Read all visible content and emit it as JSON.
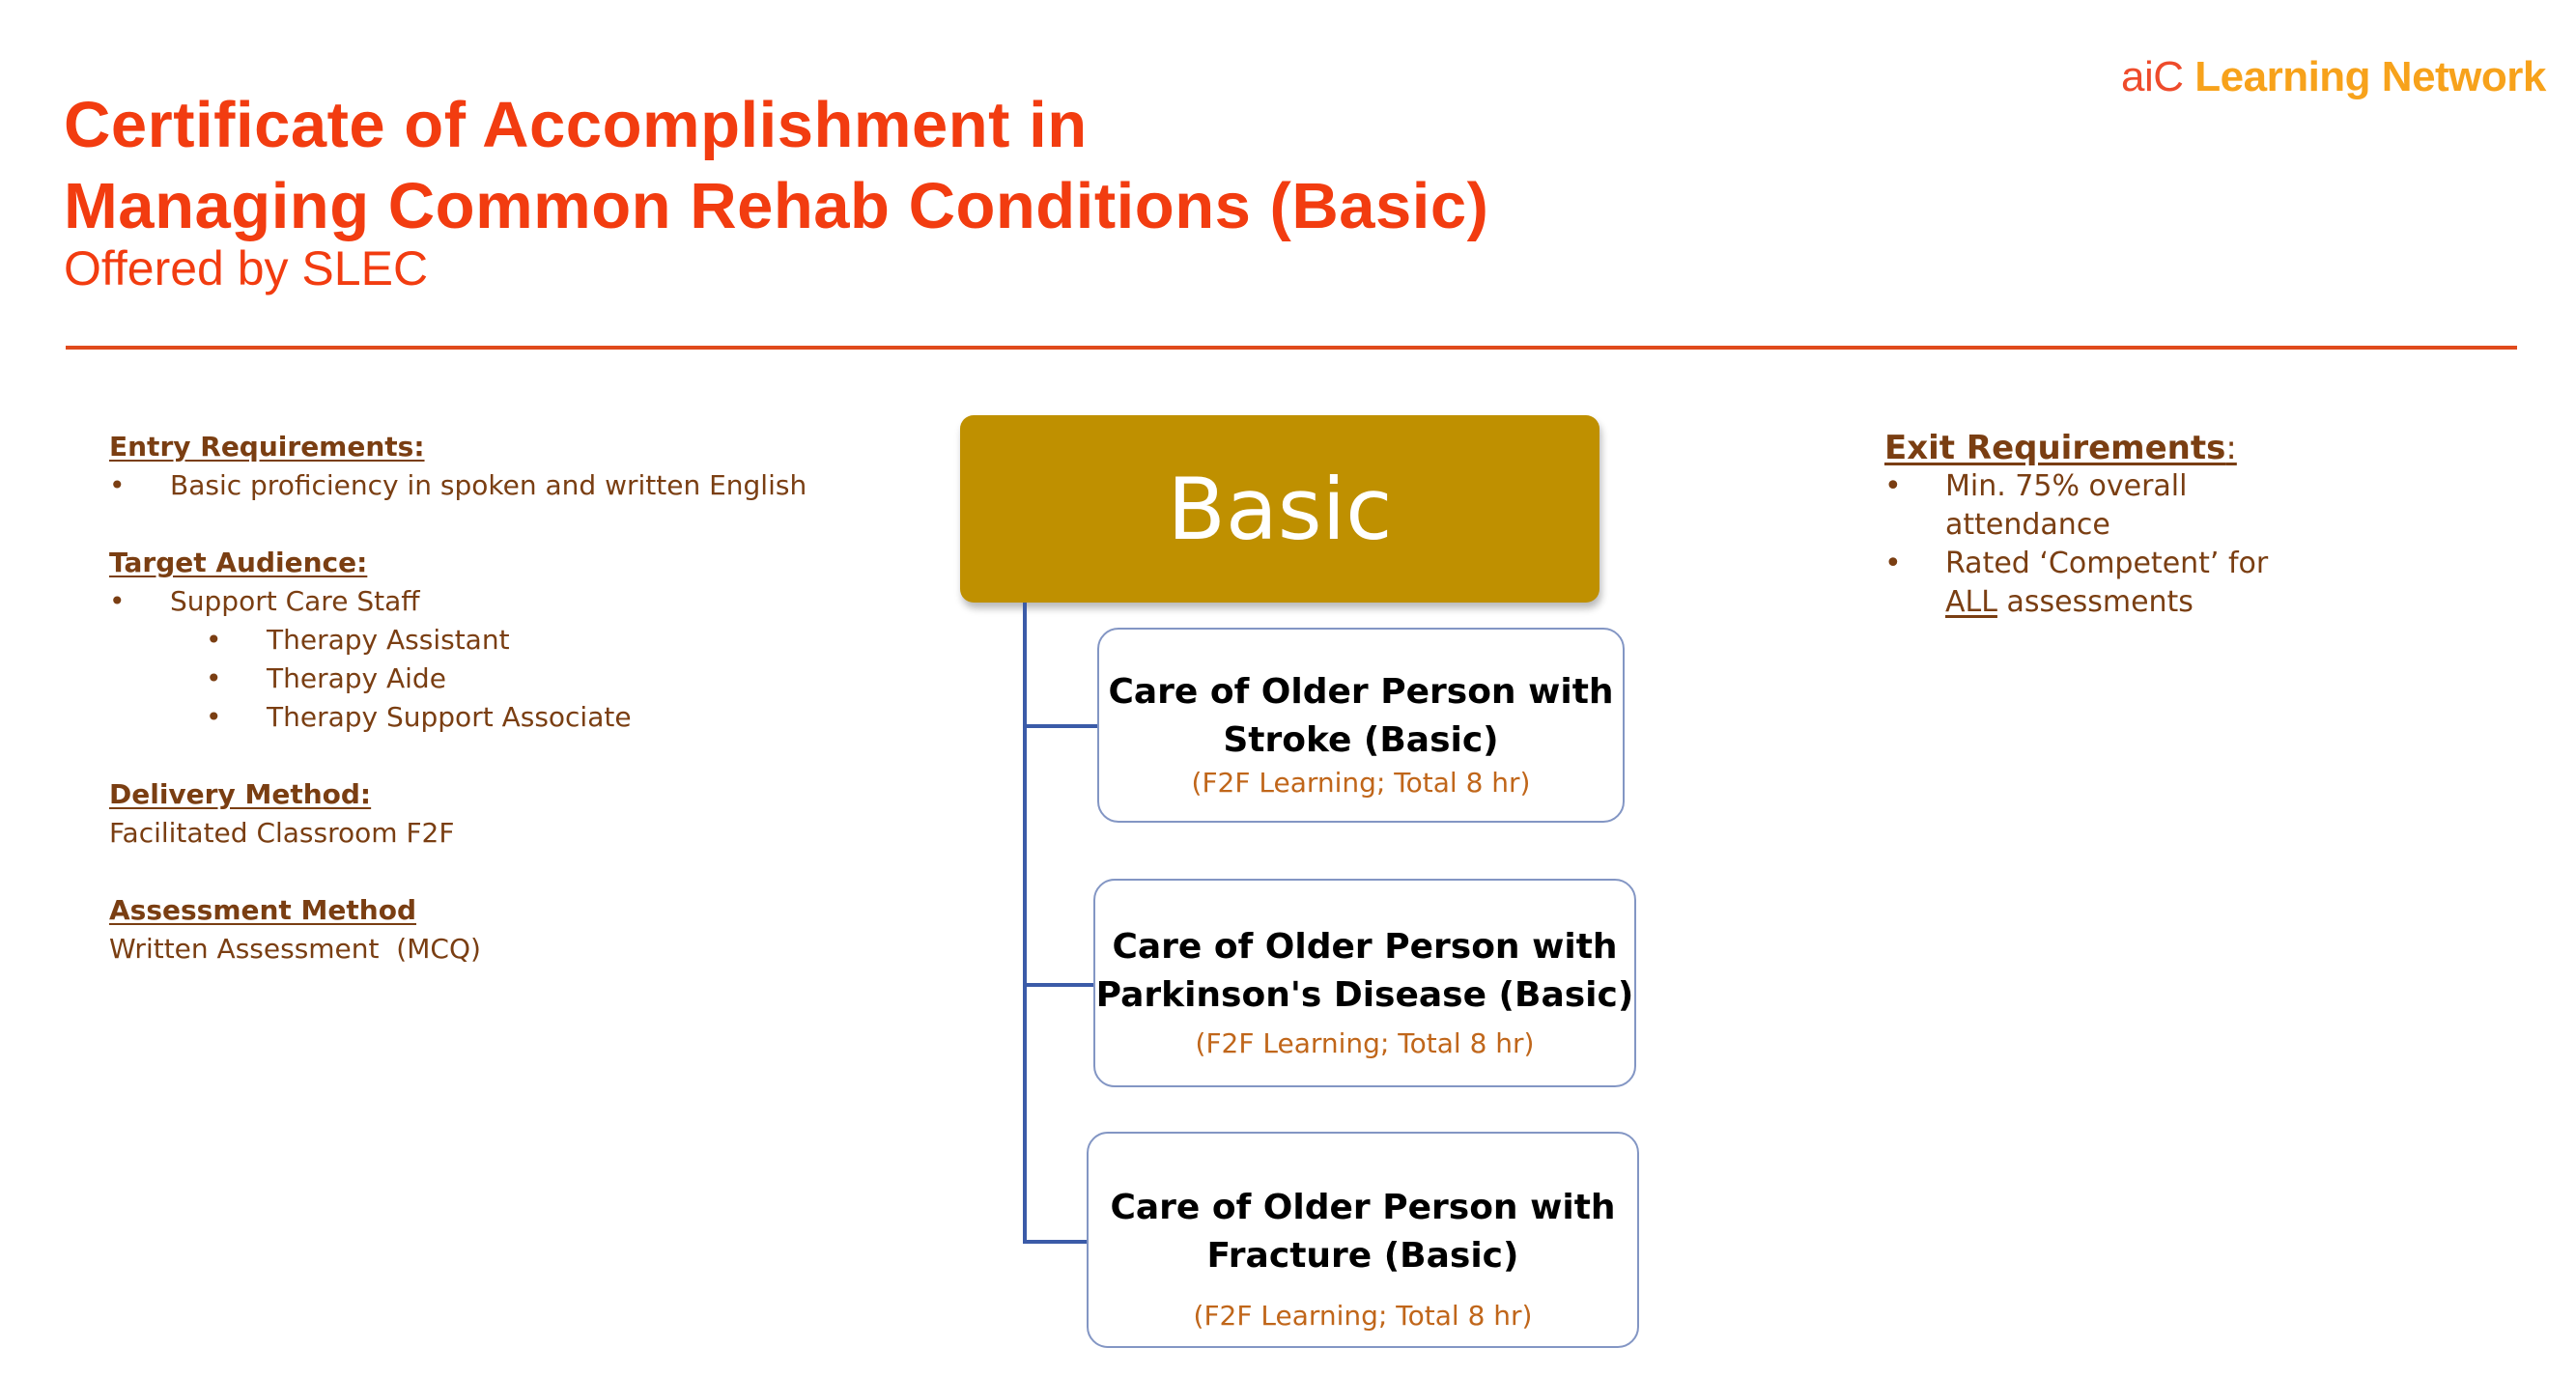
{
  "header": {
    "title_line1": "Certificate of Accomplishment in",
    "title_line2": "Managing Common Rehab Conditions (Basic)",
    "subtitle": "Offered by SLEC",
    "logo": {
      "prefix": "aiC",
      "suffix": "Learning Network"
    }
  },
  "colors": {
    "title": "#f23c10",
    "body_text": "#7a3e12",
    "basic_box": "#bf9000",
    "connector": "#3b5ba8",
    "module_subtitle": "#c0661a"
  },
  "left_column": {
    "entry_requirements": {
      "heading": "Entry Requirements:",
      "items": [
        "Basic proficiency in spoken and written English"
      ]
    },
    "target_audience": {
      "heading": "Target Audience:",
      "items": [
        {
          "label": "Support Care Staff",
          "subitems": [
            "Therapy Assistant",
            "Therapy Aide",
            "Therapy Support Associate"
          ]
        }
      ]
    },
    "delivery_method": {
      "heading": "Delivery Method:",
      "value": "Facilitated Classroom F2F"
    },
    "assessment_method": {
      "heading": "Assessment Method",
      "value": "Written Assessment  (MCQ)"
    }
  },
  "diagram": {
    "root": "Basic",
    "modules": [
      {
        "title_line1": "Care of Older Person with",
        "title_line2": "Stroke (Basic)",
        "detail": "(F2F Learning; Total 8 hr)"
      },
      {
        "title_line1": "Care of Older Person with",
        "title_line2": "Parkinson's Disease (Basic)",
        "detail": "(F2F Learning; Total 8 hr)"
      },
      {
        "title_line1": "Care of Older Person with",
        "title_line2": "Fracture (Basic)",
        "detail": "(F2F Learning; Total 8 hr)"
      }
    ]
  },
  "right_column": {
    "exit_requirements": {
      "heading": "Exit Requirements",
      "colon": ":",
      "items": [
        {
          "line1": "Min. 75% overall",
          "line2": "attendance"
        },
        {
          "line1": "Rated ‘Competent’ for",
          "line2_underlined": "ALL",
          "line2_rest": " assessments"
        }
      ]
    }
  }
}
